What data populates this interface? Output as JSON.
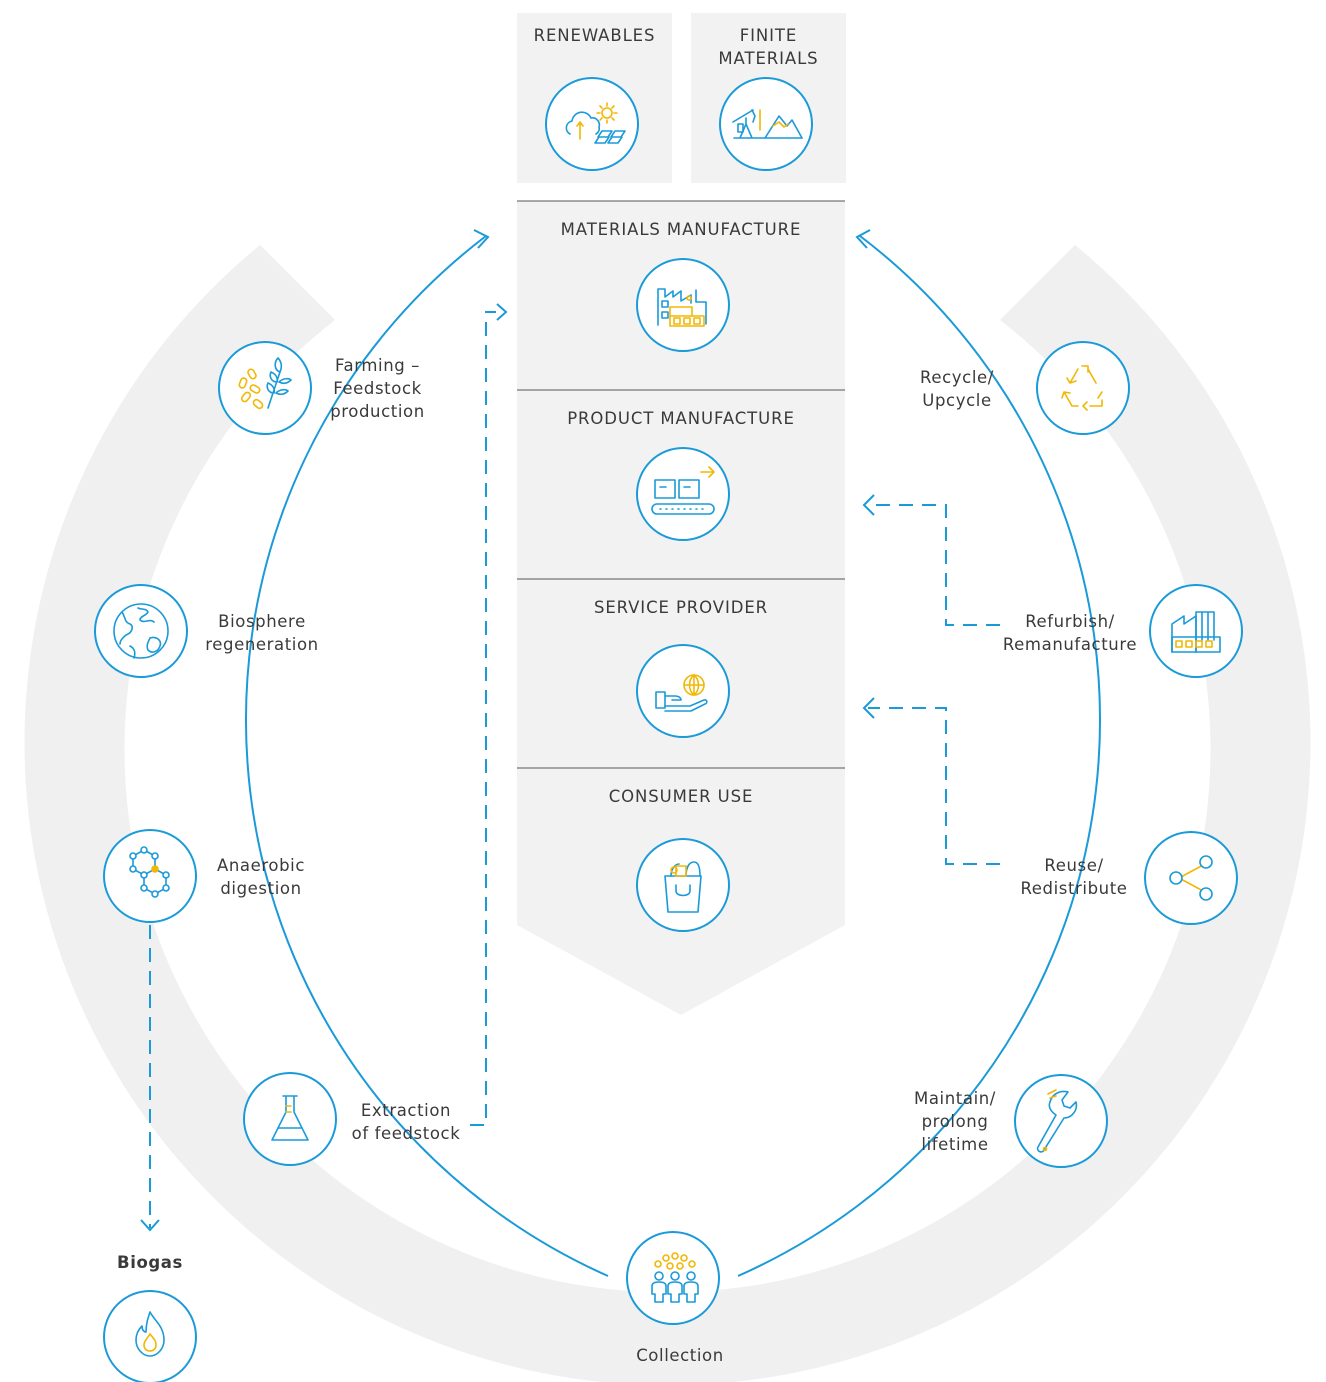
{
  "inputs": {
    "renewables": "RENEWABLES",
    "finite_line1": "FINITE",
    "finite_line2": "MATERIALS"
  },
  "value_chain": [
    "MATERIALS MANUFACTURE",
    "PRODUCT MANUFACTURE",
    "SERVICE PROVIDER",
    "CONSUMER USE"
  ],
  "biological_cycle": {
    "farming": [
      "Farming –",
      "Feedstock",
      "production"
    ],
    "biosphere": [
      "Biosphere",
      "regeneration"
    ],
    "anaerobic": [
      "Anaerobic",
      "digestion"
    ],
    "extraction": [
      "Extraction",
      "of feedstock"
    ],
    "biogas": "Biogas"
  },
  "technical_cycle": {
    "recycle": [
      "Recycle/",
      "Upcycle"
    ],
    "refurbish": [
      "Refurbish/",
      "Remanufacture"
    ],
    "reuse": [
      "Reuse/",
      "Redistribute"
    ],
    "maintain": [
      "Maintain/",
      "prolong",
      "lifetime"
    ]
  },
  "collection": "Collection",
  "colors": {
    "blue": "#1a9ad9",
    "yellow": "#f2b705",
    "grey_band": "#f0f0f0",
    "box": "#f2f2f2",
    "text": "#3a3a3a"
  },
  "icons": {
    "renewables": "cloud-sun-solar-icon",
    "finite": "oil-pump-mountain-icon",
    "materials": "factory-icon",
    "product": "conveyor-boxes-icon",
    "service": "hand-globe-icon",
    "consumer": "shopping-bag-icon",
    "farming": "wheat-seeds-icon",
    "biosphere": "globe-icon",
    "anaerobic": "molecule-icon",
    "extraction": "flask-icon",
    "biogas": "flame-icon",
    "recycle": "recycle-icon",
    "refurbish": "factory-icon",
    "reuse": "share-icon",
    "maintain": "wrench-icon",
    "collection": "people-icon"
  }
}
